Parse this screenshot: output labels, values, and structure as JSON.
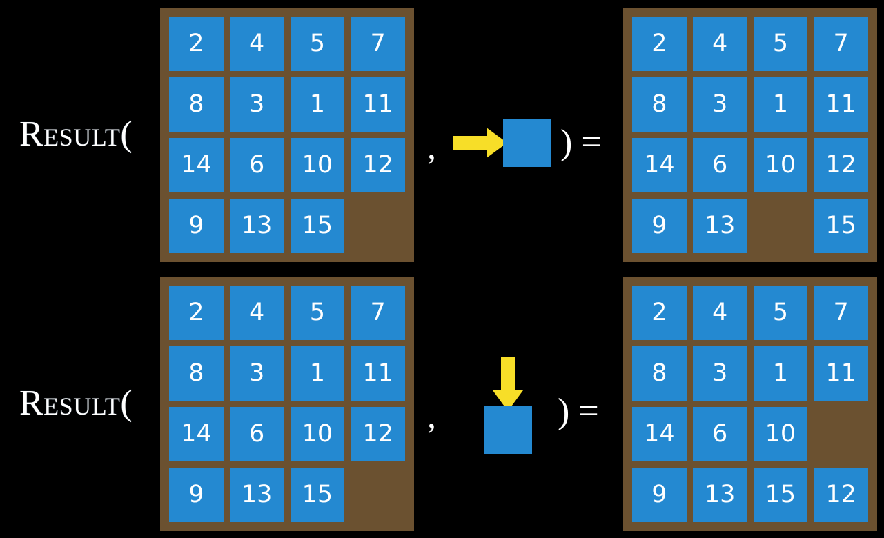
{
  "background_color": "#000000",
  "palette": {
    "board_frame": "#6B5130",
    "tile": "#2489D1",
    "tile_text": "#FFFFFF",
    "arrow": "#F7DE28",
    "label_text": "#FFFFFF"
  },
  "rows": [
    {
      "label": "Result(",
      "separator": ",",
      "close_equals": ") =",
      "action": {
        "direction": "right",
        "arrow_icon": "arrow-right-icon",
        "tile_label": ""
      },
      "input_board": {
        "columns": 4,
        "rows": 4,
        "cells": [
          "2",
          "4",
          "5",
          "7",
          "8",
          "3",
          "1",
          "11",
          "14",
          "6",
          "10",
          "12",
          "9",
          "13",
          "15",
          ""
        ]
      },
      "output_board": {
        "columns": 4,
        "rows": 4,
        "cells": [
          "2",
          "4",
          "5",
          "7",
          "8",
          "3",
          "1",
          "11",
          "14",
          "6",
          "10",
          "12",
          "9",
          "13",
          "",
          "15"
        ]
      }
    },
    {
      "label": "Result(",
      "separator": ",",
      "close_equals": ") =",
      "action": {
        "direction": "down",
        "arrow_icon": "arrow-down-icon",
        "tile_label": ""
      },
      "input_board": {
        "columns": 4,
        "rows": 4,
        "cells": [
          "2",
          "4",
          "5",
          "7",
          "8",
          "3",
          "1",
          "11",
          "14",
          "6",
          "10",
          "12",
          "9",
          "13",
          "15",
          ""
        ]
      },
      "output_board": {
        "columns": 4,
        "rows": 4,
        "cells": [
          "2",
          "4",
          "5",
          "7",
          "8",
          "3",
          "1",
          "11",
          "14",
          "6",
          "10",
          "",
          "9",
          "13",
          "15",
          "12"
        ]
      }
    }
  ]
}
